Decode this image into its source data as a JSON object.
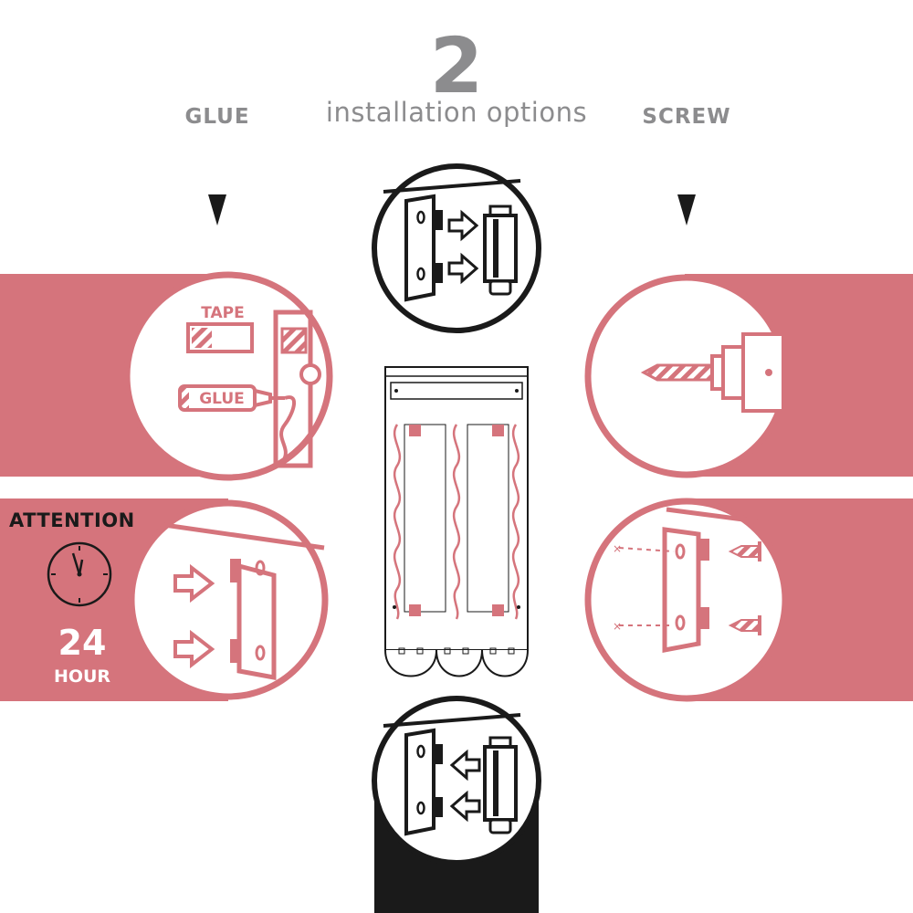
{
  "header": {
    "count": "2",
    "subtitle": "installation options"
  },
  "options": {
    "glue": {
      "label": "GLUE"
    },
    "screw": {
      "label": "SCREW"
    }
  },
  "glue_panel": {
    "tape_label": "TAPE",
    "glue_label": "GLUE"
  },
  "attention": {
    "title": "ATTENTION",
    "hours": "24",
    "hours_unit": "HOUR"
  },
  "colors": {
    "accent": "#d5747c",
    "dark": "#1a1a1a",
    "gray": "#8c8c8e"
  }
}
